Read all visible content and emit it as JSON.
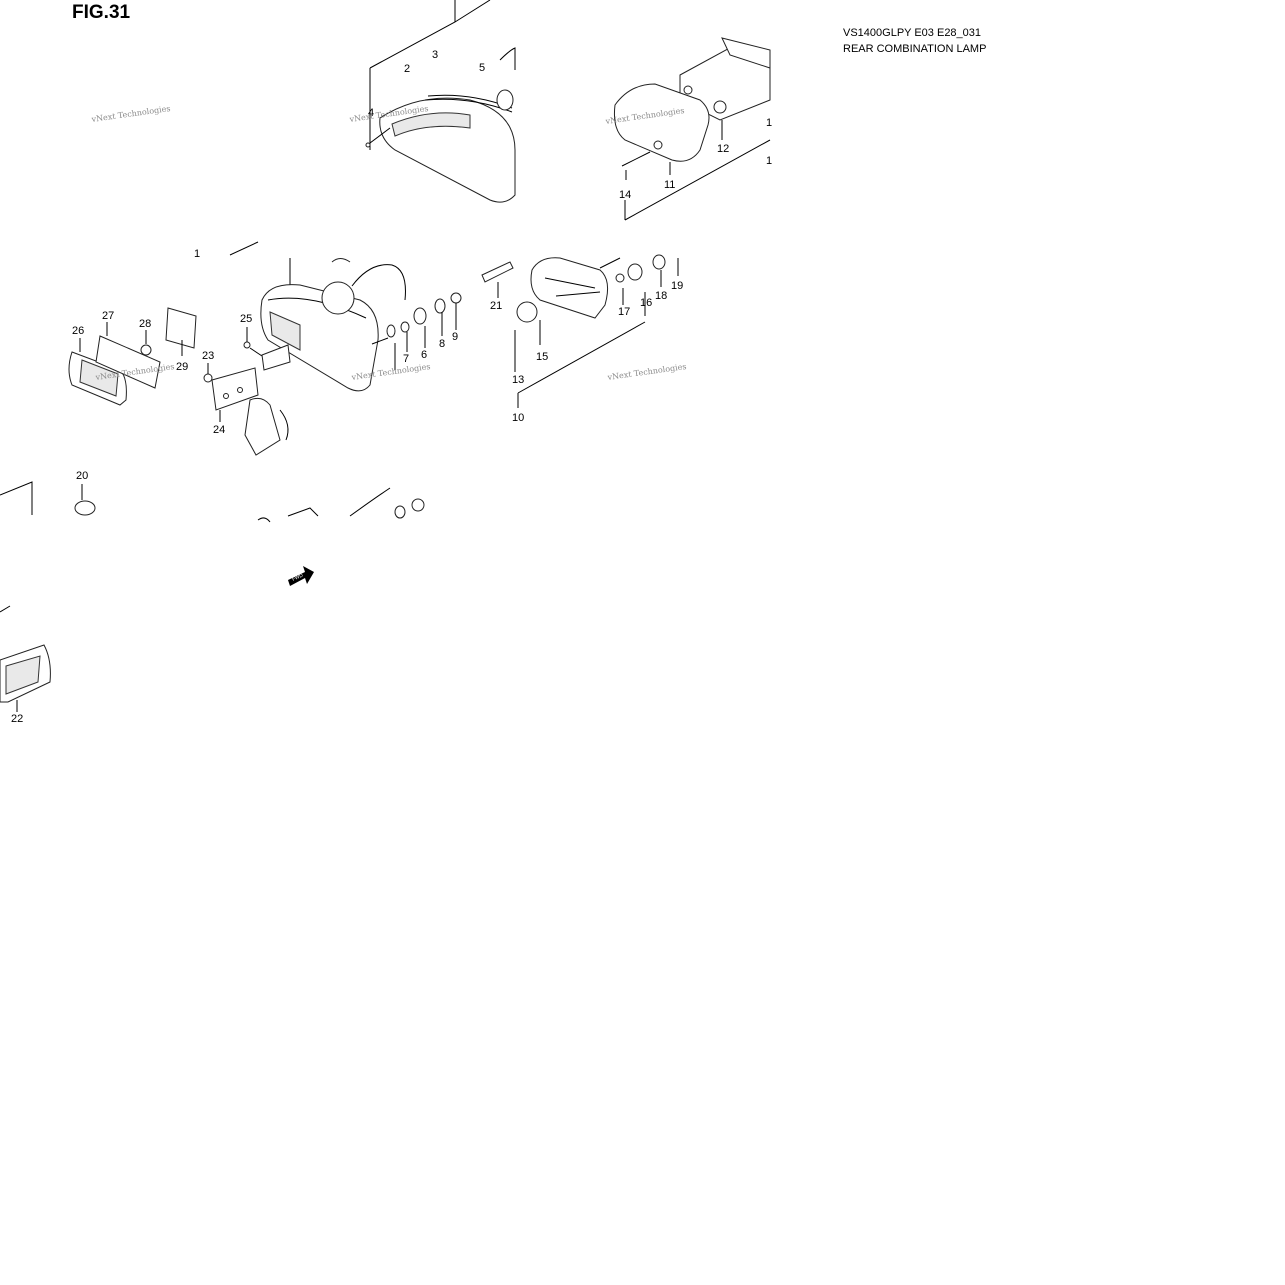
{
  "figure": {
    "title": "FIG.31",
    "model_code": "VS1400GLPY E03 E28_031",
    "description": "REAR COMBINATION LAMP"
  },
  "watermark": "vNext Technologies",
  "fwd_label": "FWD",
  "callouts": [
    "1",
    "2",
    "3",
    "4",
    "5",
    "11",
    "12",
    "14",
    "1",
    "1",
    "21",
    "19",
    "18",
    "16",
    "17",
    "15",
    "13",
    "10",
    "27",
    "28",
    "26",
    "29",
    "25",
    "23",
    "24",
    "7",
    "6",
    "8",
    "9",
    "20",
    "22"
  ]
}
